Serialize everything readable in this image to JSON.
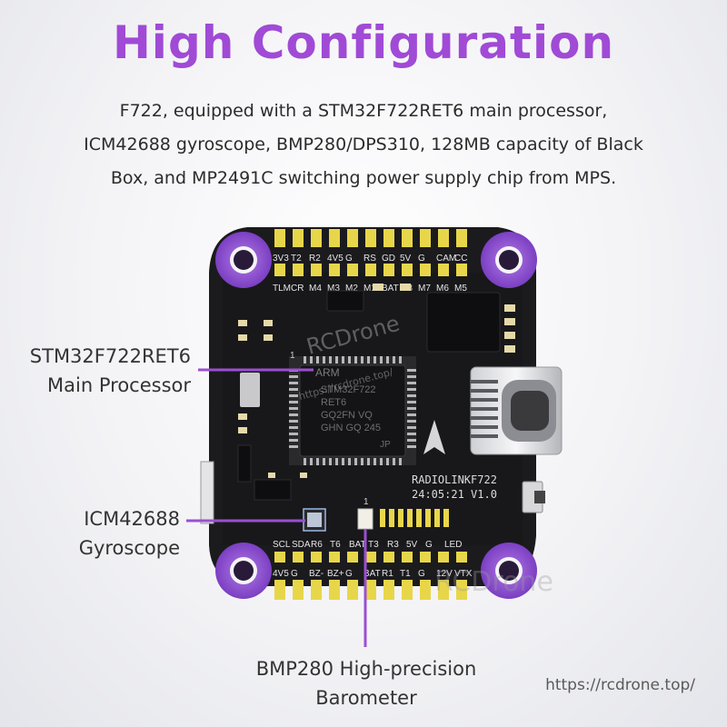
{
  "title": "High Configuration",
  "description": [
    "F722, equipped with a STM32F722RET6 main processor,",
    "ICM42688 gyroscope, BMP280/DPS310, 128MB capacity of Black",
    "Box, and MP2491C switching power supply chip from MPS."
  ],
  "callouts": {
    "processor": [
      "STM32F722RET6",
      "Main Processor"
    ],
    "gyro": [
      "ICM42688",
      "Gyroscope"
    ],
    "baro": [
      "BMP280 High-precision",
      "Barometer"
    ]
  },
  "board": {
    "top_pads": [
      "3V3",
      "T2",
      "R2",
      "4V5",
      "G",
      "RS",
      "GD",
      "5V",
      "G",
      "CAM",
      "CC"
    ],
    "second_row": [
      "TLM",
      "CR",
      "M4",
      "M3",
      "M2",
      "M1",
      "BAT",
      "M8",
      "M7",
      "M6",
      "M5"
    ],
    "bottom_labels": [
      "SCL",
      "SDA",
      "R6",
      "T6",
      "BAT",
      "T3",
      "R3",
      "5V",
      "G",
      "LED"
    ],
    "bottom_row2": [
      "4V5",
      "G",
      "BZ-",
      "BZ+",
      "G",
      "BAT",
      "R1",
      "T1",
      "G",
      "12V",
      "VTX"
    ],
    "chip_text": [
      "ARM",
      "STM32F722",
      "RET6",
      "GQ2FN VQ",
      "GHN GQ 245",
      "JP"
    ],
    "model_text": "RADIOLINKF722",
    "version_text": "24:05:21 V1.0",
    "watermark_top": "RCDrone",
    "watermark_url": "https://rcdrone.top/",
    "watermark_bottom": "RCDrone",
    "pin1_label": "1",
    "baro_pin_label": "1"
  },
  "footer_url": "https://rcdrone.top/",
  "colors": {
    "title": "#a04ad6",
    "accent": "#9b4fd1",
    "pcb": "#1a1a1c",
    "pad": "#e8d64a",
    "mount": "#8e4fd4"
  }
}
